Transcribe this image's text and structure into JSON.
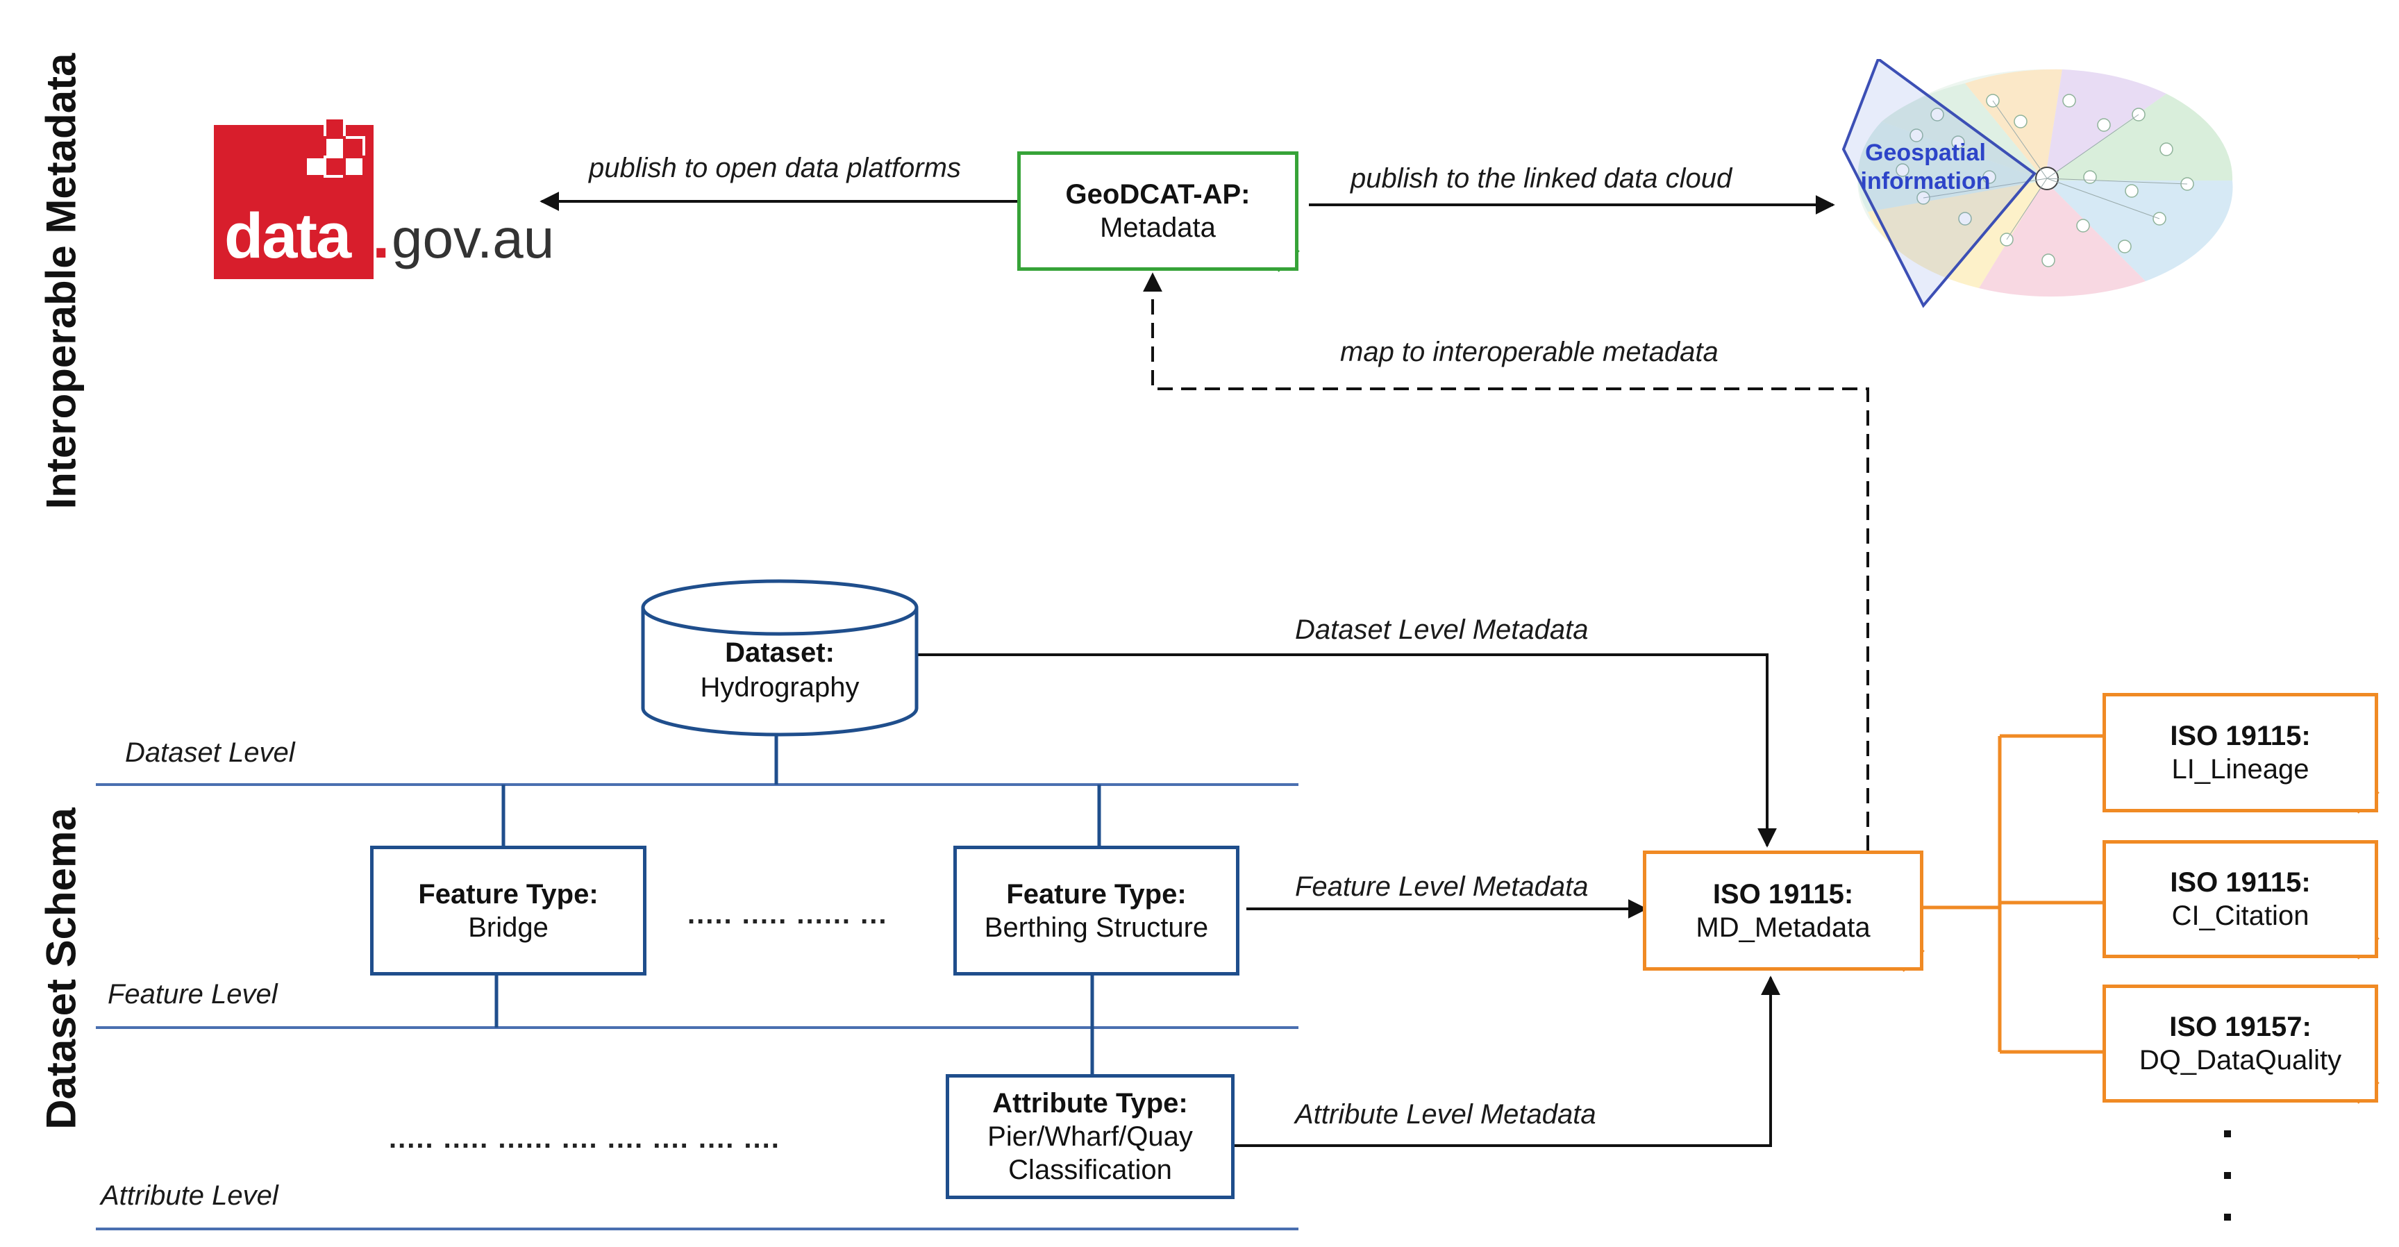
{
  "side_labels": {
    "top": "Interoperable Metadata",
    "bottom": "Dataset Schema"
  },
  "logo": {
    "part1": "data",
    "dot": ".",
    "part2": "gov.au",
    "brand_color": "#d81e2c"
  },
  "geodcat": {
    "title": "GeoDCAT-AP:",
    "subtitle": "Metadata"
  },
  "edges": {
    "publish_open": "publish to open data platforms",
    "publish_linked": "publish to the linked data cloud",
    "map_interop": "map to interoperable metadata",
    "dataset_level_md": "Dataset Level Metadata",
    "feature_level_md": "Feature Level Metadata",
    "attribute_level_md": "Attribute Level Metadata"
  },
  "lod_cloud": {
    "label": "Geospatial information"
  },
  "dataset": {
    "title": "Dataset:",
    "subtitle": "Hydrography"
  },
  "levels": {
    "dataset": "Dataset Level",
    "feature": "Feature Level",
    "attribute": "Attribute Level"
  },
  "feature_types": [
    {
      "title": "Feature Type:",
      "subtitle": "Bridge"
    },
    {
      "title": "Feature Type:",
      "subtitle": "Berthing Structure"
    }
  ],
  "feature_dots": "..... ..... ...... ...",
  "attribute_type": {
    "title": "Attribute Type:",
    "line1": "Pier/Wharf/Quay",
    "line2": "Classification"
  },
  "attribute_dots": "..... ..... ...... .... .... .... .... ....",
  "md_metadata": {
    "title": "ISO 19115:",
    "subtitle": "MD_Metadata"
  },
  "iso_children": [
    {
      "title": "ISO 19115:",
      "subtitle": "LI_Lineage"
    },
    {
      "title": "ISO 19115:",
      "subtitle": "CI_Citation"
    },
    {
      "title": "ISO 19157:",
      "subtitle": "DQ_DataQuality"
    }
  ],
  "colors": {
    "blue": "#1f4e8c",
    "green": "#36a338",
    "orange": "#f08a24",
    "line_blue": "#4a6fb0"
  }
}
